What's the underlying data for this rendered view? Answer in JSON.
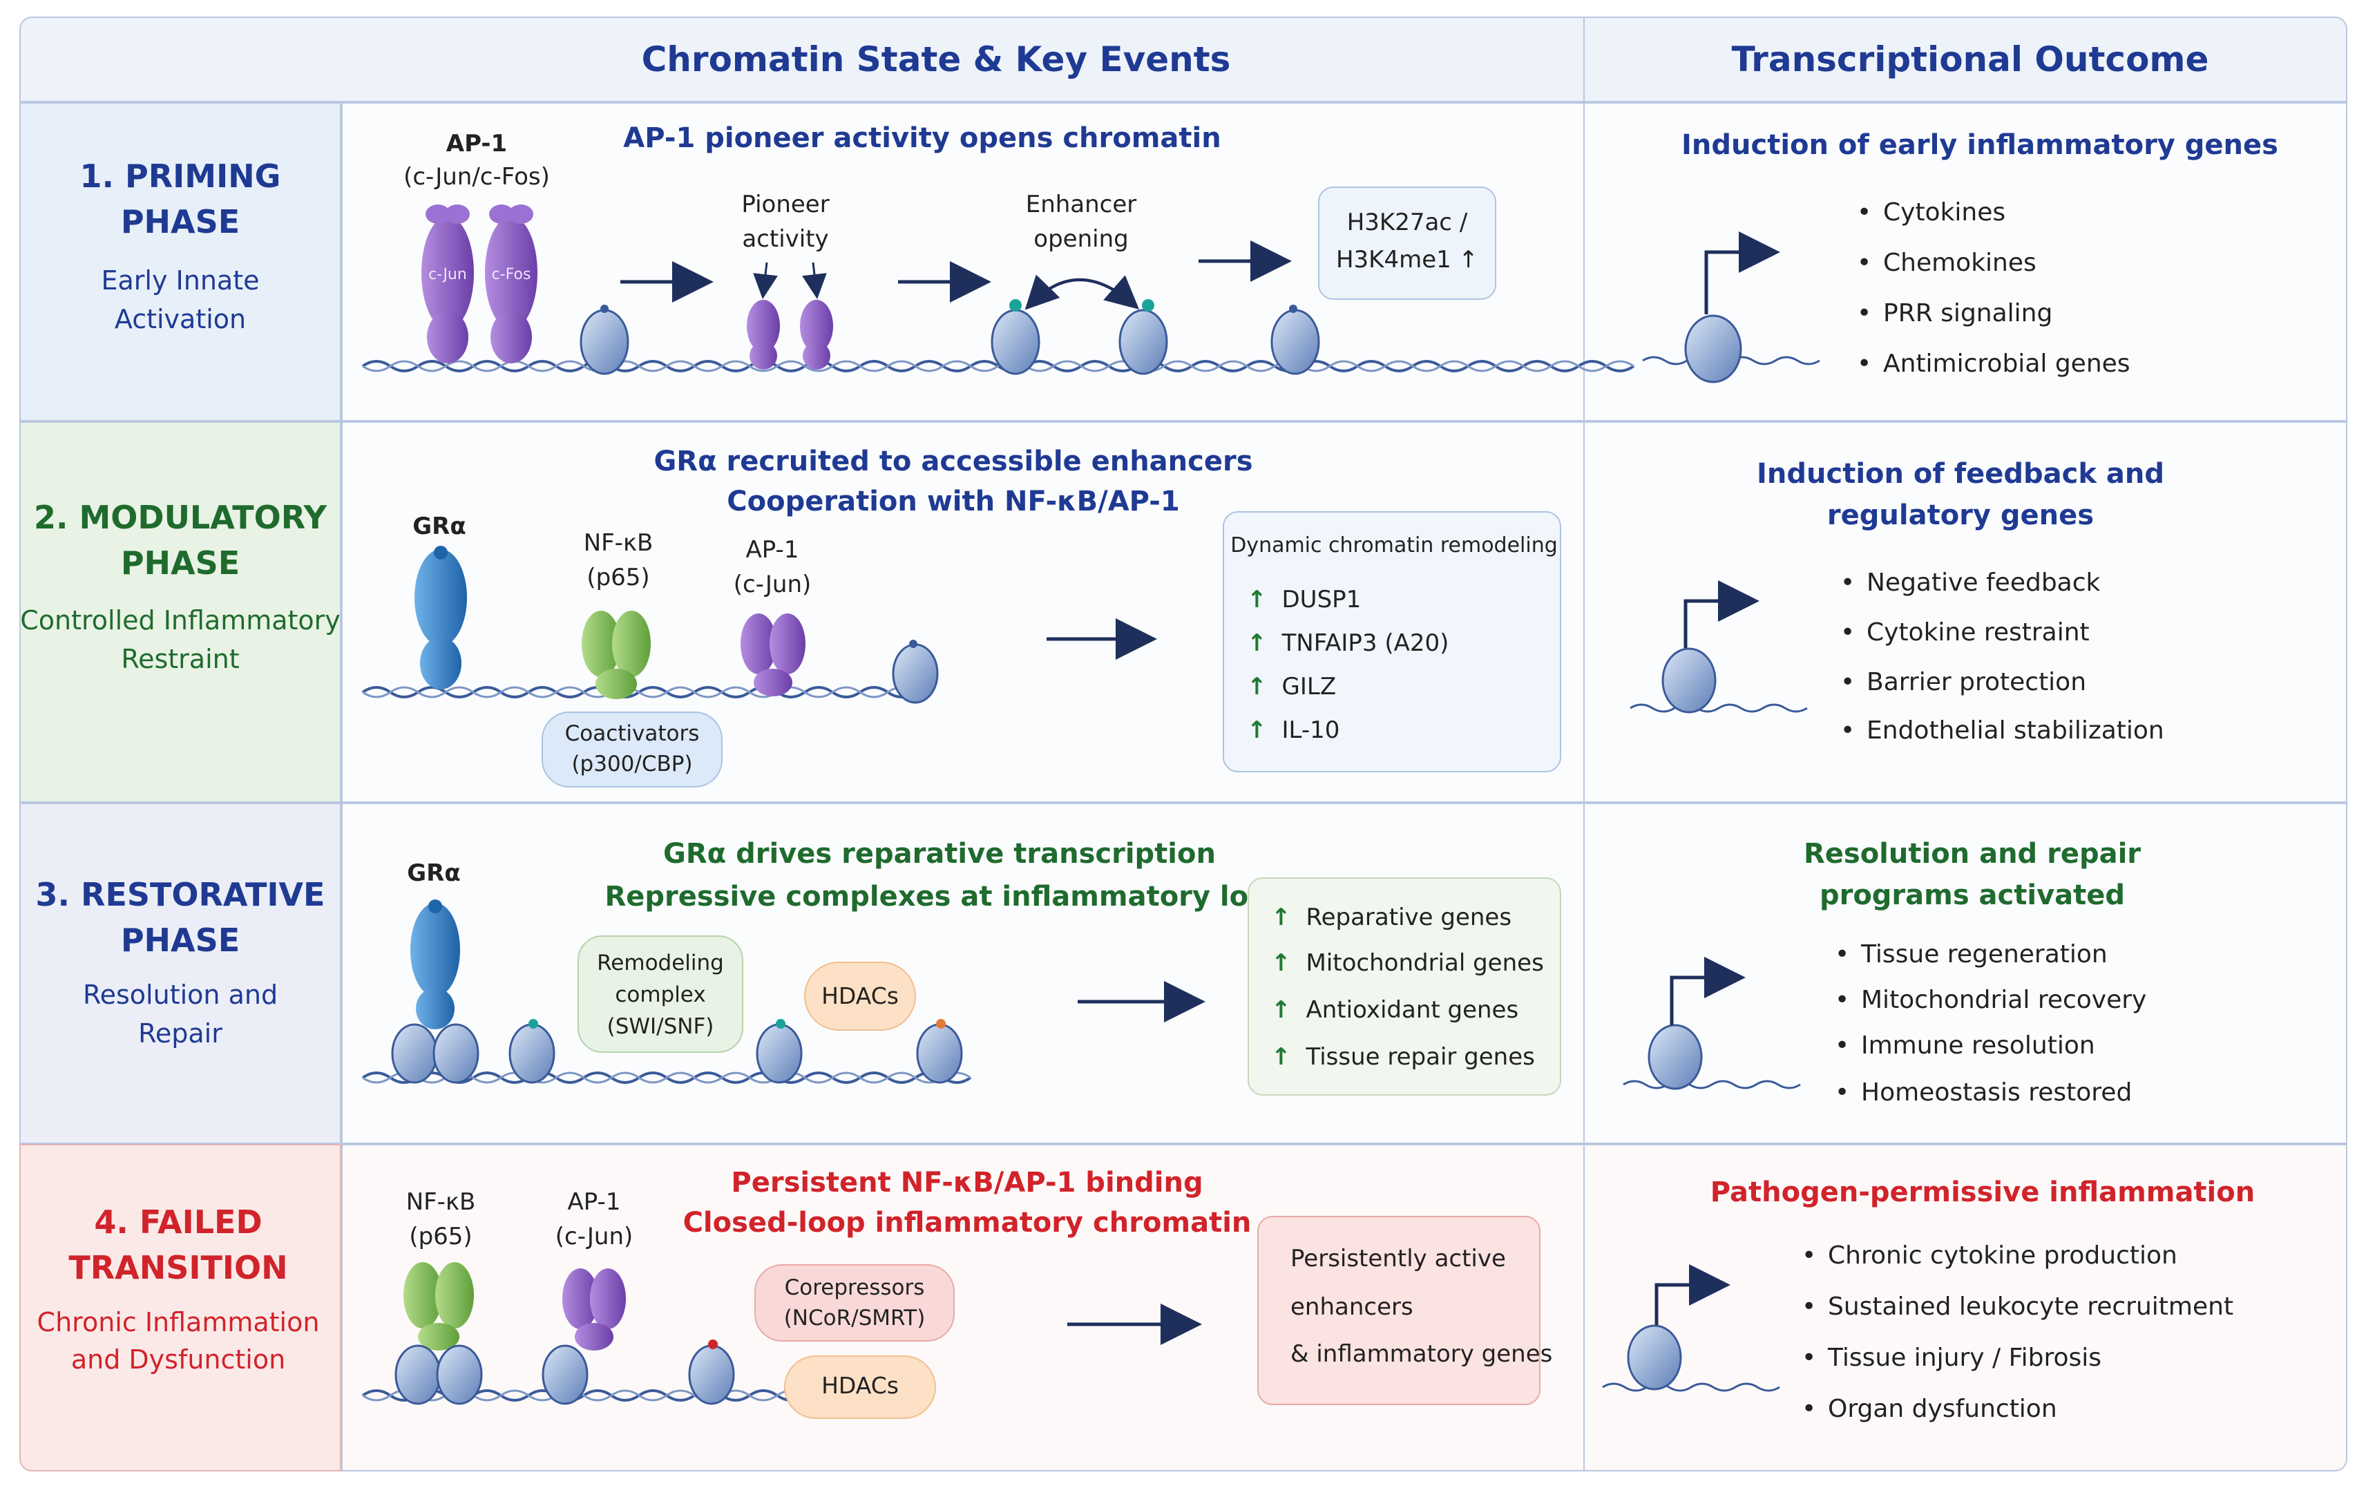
{
  "columns": {
    "chromatin": "Chromatin State & Key Events",
    "outcome": "Transcriptional Outcome"
  },
  "colors": {
    "navy": "#1f3a93",
    "green": "#1f6b2e",
    "red": "#d1232a",
    "nucleosome": "#4a6fb0",
    "ap1": "#8a5cc2",
    "gr": "#3a82c9",
    "nfkb": "#7fbf56"
  },
  "phases": [
    {
      "number_title": [
        "1. PRIMING",
        "PHASE"
      ],
      "subtitle": [
        "Early Innate",
        "Activation"
      ],
      "event_title": [
        "AP-1 pioneer activity opens chromatin"
      ],
      "factors": [
        {
          "name": "AP-1",
          "sub": "(c-Jun/c-Fos)"
        }
      ],
      "subunits": [
        "c-Jun",
        "c-Fos"
      ],
      "step_labels": [
        [
          "Pioneer",
          "activity"
        ],
        [
          "Enhancer",
          "opening"
        ]
      ],
      "result_box": [
        "H3K27ac /",
        "H3K4me1 ↑"
      ],
      "outcome_title": [
        "Induction of early inflammatory genes"
      ],
      "outcome_items": [
        "Cytokines",
        "Chemokines",
        "PRR signaling",
        "Antimicrobial genes"
      ]
    },
    {
      "number_title": [
        "2. MODULATORY",
        "PHASE"
      ],
      "subtitle": [
        "Controlled Inflammatory",
        "Restraint"
      ],
      "event_title": [
        "GRα recruited to accessible enhancers",
        "Cooperation with NF-κB/AP-1"
      ],
      "factors": [
        {
          "name": "GRα",
          "sub": ""
        },
        {
          "name": "NF-κB",
          "sub": "(p65)"
        },
        {
          "name": "AP-1",
          "sub": "(c-Jun)"
        }
      ],
      "coactivators": [
        "Coactivators",
        "(p300/CBP)"
      ],
      "box_title": "Dynamic chromatin remodeling",
      "box_items": [
        "DUSP1",
        "TNFAIP3 (A20)",
        "GILZ",
        "IL-10"
      ],
      "outcome_title": [
        "Induction of feedback and",
        "regulatory genes"
      ],
      "outcome_items": [
        "Negative feedback",
        "Cytokine restraint",
        "Barrier protection",
        "Endothelial stabilization"
      ]
    },
    {
      "number_title": [
        "3. RESTORATIVE",
        "PHASE"
      ],
      "subtitle": [
        "Resolution and",
        "Repair"
      ],
      "event_title": [
        "GRα drives reparative transcription",
        "Repressive complexes at inflammatory loci"
      ],
      "factors": [
        {
          "name": "GRα",
          "sub": ""
        }
      ],
      "remodeling": [
        "Remodeling",
        "complex",
        "(SWI/SNF)"
      ],
      "hdacs": "HDACs",
      "box_items": [
        "Reparative genes",
        "Mitochondrial genes",
        "Antioxidant genes",
        "Tissue repair genes"
      ],
      "outcome_title": [
        "Resolution and repair",
        "programs activated"
      ],
      "outcome_items": [
        "Tissue regeneration",
        "Mitochondrial recovery",
        "Immune resolution",
        "Homeostasis restored"
      ]
    },
    {
      "number_title": [
        "4. FAILED",
        "TRANSITION"
      ],
      "subtitle": [
        "Chronic Inflammation",
        "and Dysfunction"
      ],
      "event_title": [
        "Persistent NF-κB/AP-1 binding",
        "Closed-loop inflammatory chromatin"
      ],
      "factors": [
        {
          "name": "NF-κB",
          "sub": "(p65)"
        },
        {
          "name": "AP-1",
          "sub": "(c-Jun)"
        }
      ],
      "corepressors": [
        "Corepressors",
        "(NCoR/SMRT)"
      ],
      "hdacs": "HDACs",
      "result_box": [
        "Persistently active",
        "enhancers",
        "& inflammatory genes"
      ],
      "outcome_title": [
        "Pathogen-permissive inflammation"
      ],
      "outcome_items": [
        "Chronic cytokine production",
        "Sustained leukocyte recruitment",
        "Tissue injury / Fibrosis",
        "Organ dysfunction"
      ]
    }
  ]
}
